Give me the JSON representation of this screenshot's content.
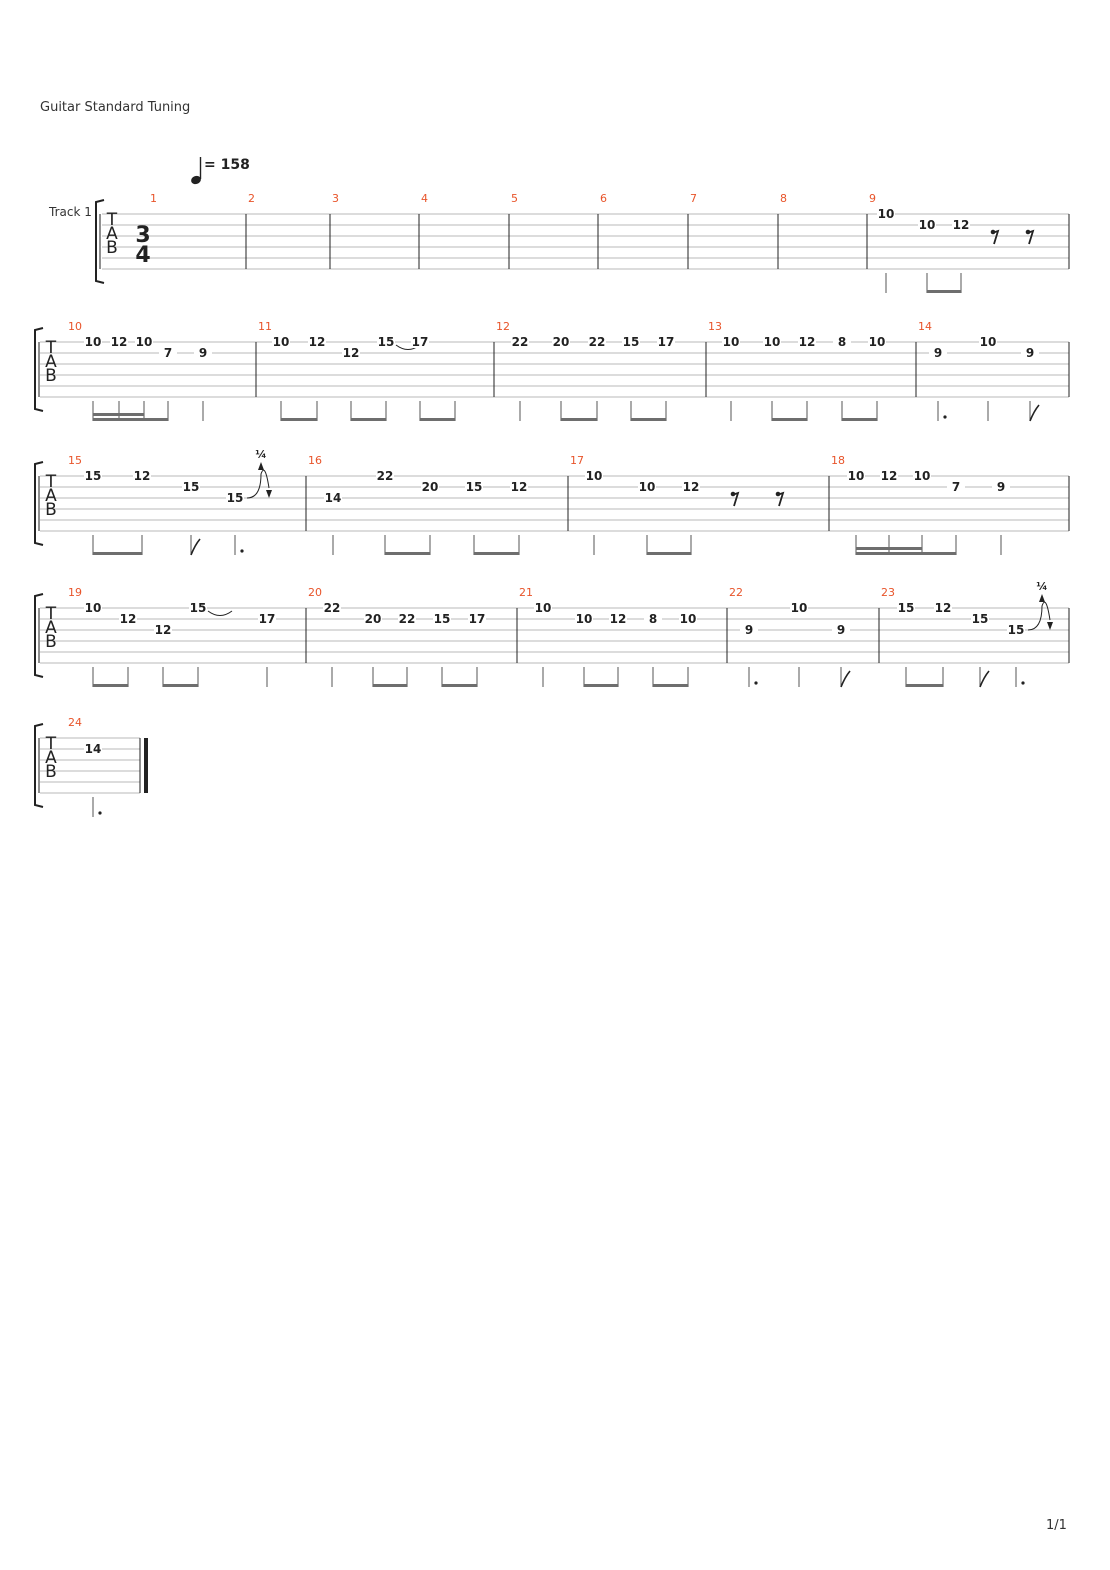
{
  "header": {
    "tuning_label": "Guitar Standard Tuning"
  },
  "tempo": {
    "symbol": "quarter-note",
    "text": "= 158"
  },
  "track_label": "Track 1",
  "clef_letters": [
    "T",
    "A",
    "B"
  ],
  "time_signature": {
    "numerator": "3",
    "denominator": "4"
  },
  "bend_label": "¼",
  "footer": {
    "page_number": "1/1"
  },
  "colors": {
    "measure_number": "#e8542a",
    "staff_line": "#b8b8b8",
    "beam": "#6e6e6e",
    "ink": "#222222"
  },
  "measures": [
    {
      "number": "1"
    },
    {
      "number": "2"
    },
    {
      "number": "3"
    },
    {
      "number": "4"
    },
    {
      "number": "5"
    },
    {
      "number": "6"
    },
    {
      "number": "7"
    },
    {
      "number": "8"
    },
    {
      "number": "9",
      "notes": [
        {
          "fret": "10",
          "string": 1,
          "dur": "quarter"
        },
        {
          "fret": "10",
          "string": 2,
          "dur": "eighth",
          "beam": "start"
        },
        {
          "fret": "12",
          "string": 2,
          "dur": "eighth",
          "beam": "end"
        },
        {
          "rest": "eighth"
        },
        {
          "rest": "eighth"
        }
      ]
    },
    {
      "number": "10",
      "notes": [
        {
          "fret": "10",
          "string": 1,
          "dur": "16th",
          "beam": "start"
        },
        {
          "fret": "12",
          "string": 1,
          "dur": "16th",
          "beam": "mid"
        },
        {
          "fret": "10",
          "string": 1,
          "dur": "eighth",
          "beam": "mid"
        },
        {
          "fret": "7",
          "string": 2,
          "dur": "eighth",
          "beam": "end"
        },
        {
          "fret": "9",
          "string": 2,
          "dur": "quarter"
        }
      ]
    },
    {
      "number": "11",
      "notes": [
        {
          "fret": "10",
          "string": 1,
          "dur": "eighth",
          "beam": "start"
        },
        {
          "fret": "12",
          "string": 1,
          "dur": "eighth",
          "beam": "end"
        },
        {
          "fret": "12",
          "string": 2,
          "dur": "eighth",
          "beam": "start"
        },
        {
          "fret": "15",
          "string": 1,
          "dur": "eighth",
          "beam": "end",
          "slur": true
        },
        {
          "fret": "17",
          "string": 1,
          "dur": "eighth",
          "beam": "start"
        },
        {
          "fret": "",
          "string": 1,
          "dur": "eighth",
          "beam": "end"
        }
      ]
    },
    {
      "number": "12",
      "notes": [
        {
          "fret": "22",
          "string": 1,
          "dur": "quarter"
        },
        {
          "fret": "20",
          "string": 1,
          "dur": "eighth",
          "beam": "start"
        },
        {
          "fret": "22",
          "string": 1,
          "dur": "eighth",
          "beam": "end"
        },
        {
          "fret": "15",
          "string": 1,
          "dur": "eighth",
          "beam": "start"
        },
        {
          "fret": "17",
          "string": 1,
          "dur": "eighth",
          "beam": "end"
        }
      ]
    },
    {
      "number": "13",
      "notes": [
        {
          "fret": "10",
          "string": 1,
          "dur": "quarter"
        },
        {
          "fret": "10",
          "string": 1,
          "dur": "eighth",
          "beam": "start"
        },
        {
          "fret": "12",
          "string": 1,
          "dur": "eighth",
          "beam": "end"
        },
        {
          "fret": "8",
          "string": 1,
          "dur": "eighth",
          "beam": "start"
        },
        {
          "fret": "10",
          "string": 1,
          "dur": "eighth",
          "beam": "end"
        }
      ]
    },
    {
      "number": "14",
      "notes": [
        {
          "fret": "9",
          "string": 2,
          "dur": "dotted-quarter"
        },
        {
          "fret": "10",
          "string": 1,
          "dur": "quarter"
        },
        {
          "fret": "9",
          "string": 2,
          "dur": "eighth"
        }
      ]
    },
    {
      "number": "15",
      "notes": [
        {
          "fret": "15",
          "string": 1,
          "dur": "eighth",
          "beam": "start"
        },
        {
          "fret": "12",
          "string": 1,
          "dur": "eighth",
          "beam": "end"
        },
        {
          "fret": "15",
          "string": 2,
          "dur": "eighth"
        },
        {
          "fret": "15",
          "string": 3,
          "dur": "dotted-quarter",
          "bend": "¼"
        }
      ]
    },
    {
      "number": "16",
      "notes": [
        {
          "fret": "14",
          "string": 3,
          "dur": "quarter"
        },
        {
          "fret": "22",
          "string": 1,
          "dur": "eighth",
          "beam": "start"
        },
        {
          "fret": "20",
          "string": 2,
          "dur": "eighth",
          "beam": "end"
        },
        {
          "fret": "15",
          "string": 2,
          "dur": "eighth",
          "beam": "start"
        },
        {
          "fret": "12",
          "string": 2,
          "dur": "eighth",
          "beam": "end"
        }
      ]
    },
    {
      "number": "17",
      "notes": [
        {
          "fret": "10",
          "string": 1,
          "dur": "quarter"
        },
        {
          "fret": "10",
          "string": 2,
          "dur": "eighth",
          "beam": "start"
        },
        {
          "fret": "12",
          "string": 2,
          "dur": "eighth",
          "beam": "end"
        },
        {
          "rest": "eighth"
        },
        {
          "rest": "eighth"
        }
      ]
    },
    {
      "number": "18",
      "notes": [
        {
          "fret": "10",
          "string": 1,
          "dur": "16th",
          "beam": "start"
        },
        {
          "fret": "12",
          "string": 1,
          "dur": "16th",
          "beam": "mid"
        },
        {
          "fret": "10",
          "string": 1,
          "dur": "eighth",
          "beam": "mid"
        },
        {
          "fret": "7",
          "string": 2,
          "dur": "eighth",
          "beam": "end"
        },
        {
          "fret": "9",
          "string": 2,
          "dur": "quarter"
        }
      ]
    },
    {
      "number": "19",
      "notes": [
        {
          "fret": "10",
          "string": 1,
          "dur": "eighth",
          "beam": "start"
        },
        {
          "fret": "12",
          "string": 2,
          "dur": "eighth",
          "beam": "end"
        },
        {
          "fret": "12",
          "string": 3,
          "dur": "eighth",
          "beam": "start"
        },
        {
          "fret": "15",
          "string": 1,
          "dur": "eighth",
          "beam": "end",
          "slur": true
        },
        {
          "fret": "17",
          "string": 2,
          "dur": "eighth",
          "beam": "start"
        },
        {
          "fret": "",
          "string": 2,
          "dur": "eighth",
          "beam": "end"
        }
      ]
    },
    {
      "number": "20",
      "notes": [
        {
          "fret": "22",
          "string": 1,
          "dur": "quarter"
        },
        {
          "fret": "20",
          "string": 2,
          "dur": "eighth",
          "beam": "start"
        },
        {
          "fret": "22",
          "string": 2,
          "dur": "eighth",
          "beam": "end"
        },
        {
          "fret": "15",
          "string": 2,
          "dur": "eighth",
          "beam": "start"
        },
        {
          "fret": "17",
          "string": 2,
          "dur": "eighth",
          "beam": "end"
        }
      ]
    },
    {
      "number": "21",
      "notes": [
        {
          "fret": "10",
          "string": 1,
          "dur": "quarter"
        },
        {
          "fret": "10",
          "string": 2,
          "dur": "eighth",
          "beam": "start"
        },
        {
          "fret": "12",
          "string": 2,
          "dur": "eighth",
          "beam": "end"
        },
        {
          "fret": "8",
          "string": 2,
          "dur": "eighth",
          "beam": "start"
        },
        {
          "fret": "10",
          "string": 2,
          "dur": "eighth",
          "beam": "end"
        }
      ]
    },
    {
      "number": "22",
      "notes": [
        {
          "fret": "9",
          "string": 3,
          "dur": "dotted-quarter"
        },
        {
          "fret": "10",
          "string": 1,
          "dur": "quarter"
        },
        {
          "fret": "9",
          "string": 3,
          "dur": "eighth"
        }
      ]
    },
    {
      "number": "23",
      "notes": [
        {
          "fret": "15",
          "string": 1,
          "dur": "eighth",
          "beam": "start"
        },
        {
          "fret": "12",
          "string": 1,
          "dur": "eighth",
          "beam": "end"
        },
        {
          "fret": "15",
          "string": 2,
          "dur": "eighth"
        },
        {
          "fret": "15",
          "string": 3,
          "dur": "dotted-quarter",
          "bend": "¼"
        }
      ]
    },
    {
      "number": "24",
      "final": true,
      "notes": [
        {
          "fret": "14",
          "string": 2,
          "dur": "dotted-half"
        }
      ]
    }
  ]
}
